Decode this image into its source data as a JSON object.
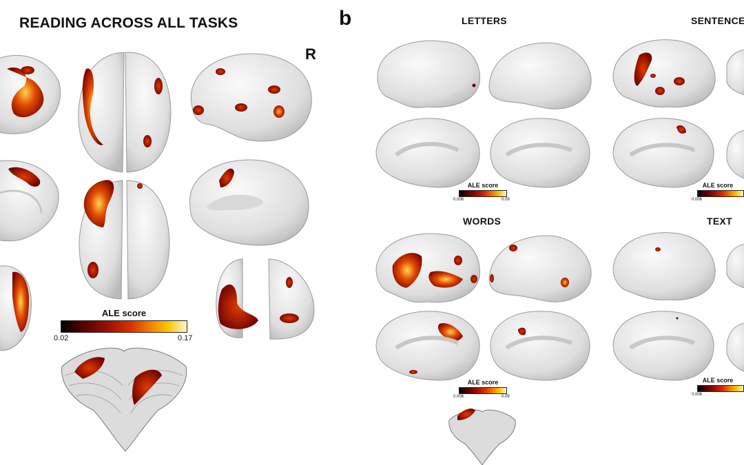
{
  "panel_a": {
    "title": "READING ACROSS ALL TASKS",
    "hemisphere_label": "R",
    "scale": {
      "title": "ALE score",
      "min": "0.02",
      "max": "0.17"
    }
  },
  "panel_b": {
    "letter": "b",
    "conditions": [
      "LETTERS",
      "SENTENCE",
      "WORDS",
      "TEXT"
    ],
    "scale": {
      "title": "ALE score",
      "min": "0.006",
      "max": "0.09"
    }
  },
  "colors": {
    "low": "#000000",
    "mid": "#c81e00",
    "high": "#ffffe0",
    "brain": "#e6e6e6"
  }
}
